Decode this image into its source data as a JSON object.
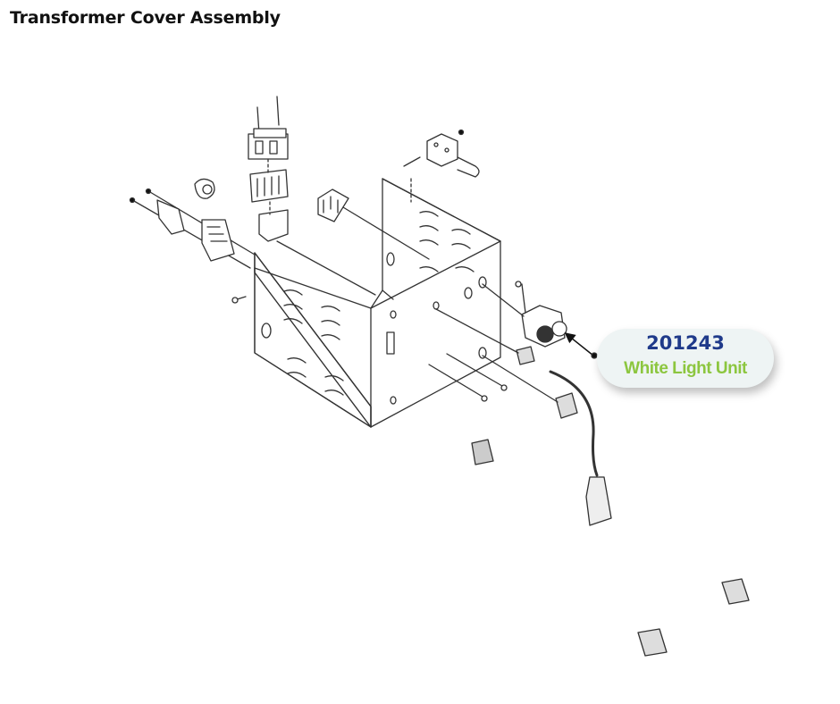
{
  "page": {
    "title": "Transformer Cover Assembly"
  },
  "callout": {
    "part_number": "201243",
    "part_name": "White Light Unit",
    "number_color": "#1f3a8a",
    "name_color": "#8cc63f",
    "background": "#eef4f4"
  },
  "colors": {
    "line": "#333333"
  }
}
